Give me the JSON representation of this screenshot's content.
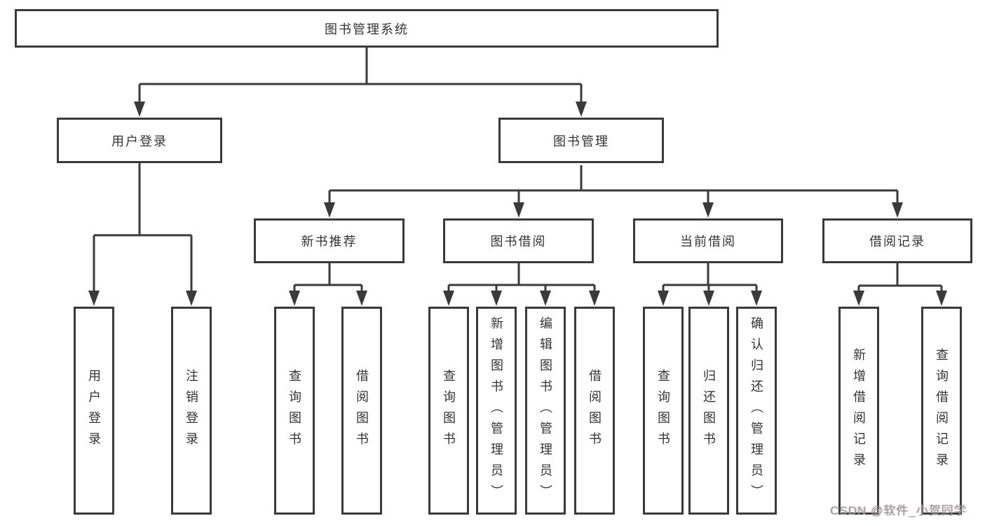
{
  "diagram_title": "图书管理系统",
  "nodes": {
    "root": {
      "label": "图书管理系统"
    },
    "level2": [
      {
        "label": "用户登录"
      },
      {
        "label": "图书管理"
      }
    ],
    "level3": [
      {
        "label": "新书推荐"
      },
      {
        "label": "图书借阅"
      },
      {
        "label": "当前借阅"
      },
      {
        "label": "借阅记录"
      }
    ],
    "leaves": [
      {
        "parent": "用户登录",
        "label": "用户登录"
      },
      {
        "parent": "用户登录",
        "label": "注销登录"
      },
      {
        "parent": "新书推荐",
        "label": "查询图书"
      },
      {
        "parent": "新书推荐",
        "label": "借阅图书"
      },
      {
        "parent": "图书借阅",
        "label": "查询图书"
      },
      {
        "parent": "图书借阅",
        "label": "新增图书（管理员）"
      },
      {
        "parent": "图书借阅",
        "label": "编辑图书（管理员）"
      },
      {
        "parent": "图书借阅",
        "label": "借阅图书"
      },
      {
        "parent": "当前借阅",
        "label": "查询图书"
      },
      {
        "parent": "当前借阅",
        "label": "归还图书"
      },
      {
        "parent": "当前借阅",
        "label": "确认归还（管理员）"
      },
      {
        "parent": "借阅记录",
        "label": "新增借阅记录"
      },
      {
        "parent": "借阅记录",
        "label": "查询借阅记录"
      }
    ]
  },
  "watermark": "CSDN @软件_小贺同学",
  "colors": {
    "line": "#3a3a3a",
    "border": "#3a3a3a",
    "text": "#333333",
    "background": "#ffffff",
    "watermark": "#9a9a9a"
  }
}
